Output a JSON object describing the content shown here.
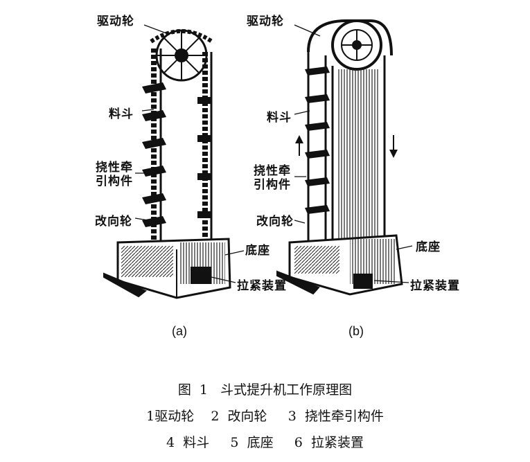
{
  "panel_a": {
    "tag": "(a)",
    "labels": {
      "drive_wheel": "驱动轮",
      "bucket": "料斗",
      "flex_line1": "挠性牵",
      "flex_line2": "引构件",
      "redirect_wheel": "改向轮",
      "base": "底座",
      "tensioner": "拉紧装置"
    }
  },
  "panel_b": {
    "tag": "(b)",
    "labels": {
      "drive_wheel": "驱动轮",
      "bucket": "料斗",
      "flex_line1": "挠性牵",
      "flex_line2": "引构件",
      "redirect_wheel": "改向轮",
      "base": "底座",
      "tensioner": "拉紧装置"
    }
  },
  "caption": {
    "title": "图  1   斗式提升机工作原理图",
    "line1": "1驱动轮    2  改向轮     3  挠性牵引构件",
    "line2": "4  料斗     5  底座     6  拉紧装置"
  }
}
